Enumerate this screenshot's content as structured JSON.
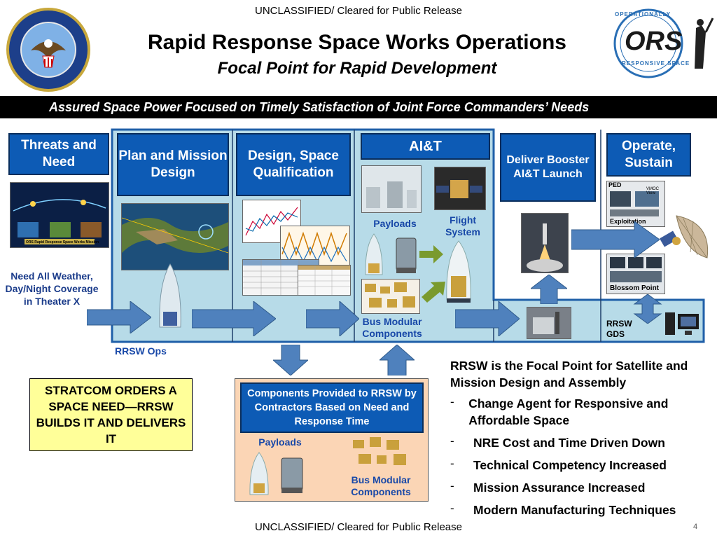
{
  "classification": {
    "top": "UNCLASSIFIED/ Cleared for Public Release",
    "bottom": "UNCLASSIFIED/ Cleared for Public Release"
  },
  "title": "Rapid Response Space Works Operations",
  "subtitle": "Focal Point for Rapid Development",
  "banner": "Assured Space Power Focused on Timely Satisfaction of Joint Force Commanders’ Needs",
  "logos": {
    "ors_text": "ORS",
    "ors_ring_top": "OPERATIONALLY",
    "ors_ring_bottom": "RESPONSIVE SPACE"
  },
  "stages": {
    "threats": "Threats and Need",
    "plan": "Plan and Mission Design",
    "design": "Design, Space Qualification",
    "ait": "AI&T",
    "deliver": "Deliver Booster AI&T Launch",
    "operate": "Operate, Sustain"
  },
  "labels": {
    "need": "Need All Weather, Day/Night Coverage in Theater X",
    "rrsw_ops": "RRSW Ops",
    "payloads": "Payloads",
    "flight_system": "Flight System",
    "bus_modular": "Bus Modular Components",
    "rrsw_gds": "RRSW GDS",
    "ped": "PED",
    "vmoc": "VMOC View",
    "exploitation": "Exploitation",
    "blossom_point": "Blossom Point",
    "threats_thumb_caption": "ORS Rapid Response Space Works Mission"
  },
  "stratcom": "STRATCOM ORDERS A SPACE NEED—RRSW BUILDS IT AND DELIVERS IT",
  "components": {
    "heading": "Components Provided to RRSW by Contractors Based on Need and Response Time",
    "payloads": "Payloads",
    "bus_modular": "Bus Modular Components"
  },
  "focal": {
    "heading": "RRSW is the Focal Point for Satellite and Mission Design and Assembly",
    "bullets": [
      "Change Agent for Responsive and Affordable Space",
      "NRE Cost and Time Driven Down",
      "Technical Competency Increased",
      "Mission Assurance Increased",
      "Modern Manufacturing Techniques"
    ],
    "bullet_marker": "-"
  },
  "page_number": "4",
  "colors": {
    "stage_blue": "#0d5bb5",
    "panel_light_blue": "#b7dbe8",
    "arrow_blue": "#4f81bd",
    "arrow_green": "#7a9a2e",
    "stratcom_yellow": "#ffff99",
    "components_peach": "#fbd5b5"
  }
}
